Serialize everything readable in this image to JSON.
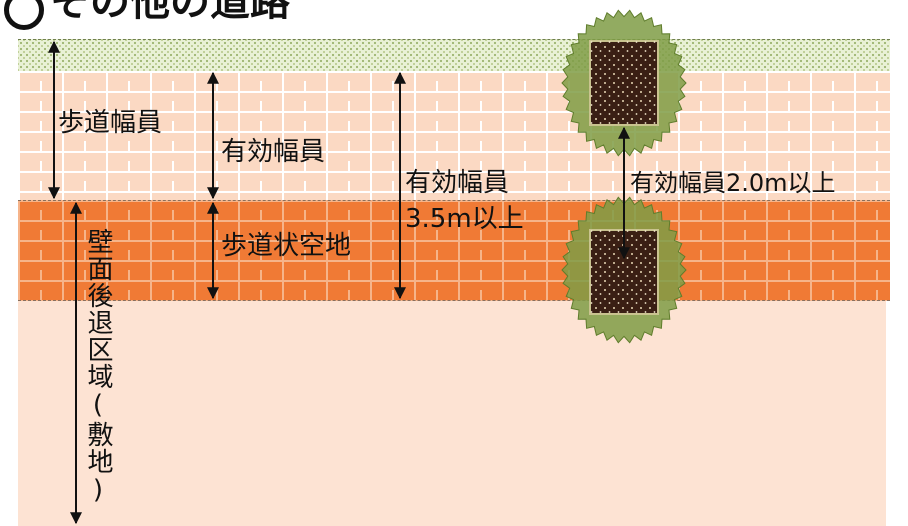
{
  "title": "その他の道路",
  "labels": {
    "sidewalk_width": "歩道幅員",
    "effective_width": "有効幅員",
    "sidewalk_like_space": "歩道状空地",
    "effective_width_total": "有効幅員",
    "effective_width_total_value": "3.5m以上",
    "effective_width_between_trees": "有効幅員2.0m以上",
    "wall_setback_area": "壁面後退区域(敷地)"
  },
  "icons": {
    "tree": "tree-canopy-icon",
    "planter": "tree-planter-icon",
    "arrow": "double-arrow-icon"
  },
  "colors": {
    "green_strip": "#e9f1d6",
    "sidewalk_brick": "#fbd9c3",
    "space_brick": "#f07a35",
    "setback_area": "#fde3d3",
    "tree_canopy": "#7f9c45",
    "planter_soil": "#3a1f14"
  }
}
